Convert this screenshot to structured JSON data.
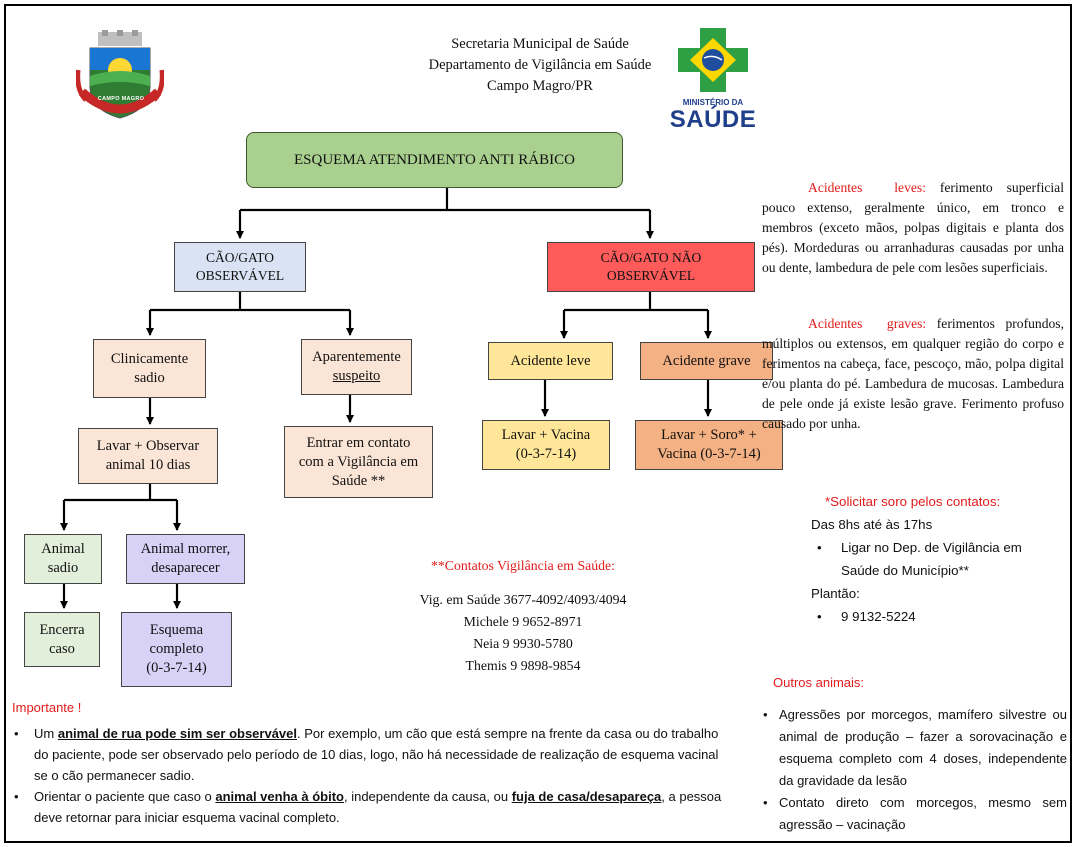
{
  "header": {
    "lines": [
      "Secretaria Municipal de Saúde",
      "Departamento de Vigilância em Saúde",
      "Campo Magro/PR"
    ],
    "left_logo_text": "CAMPO MAGRO",
    "right_logo_text_top": "MINISTÉRIO DA",
    "right_logo_text_main": "SAÚDE"
  },
  "colors": {
    "title_fill": "#a9d08e",
    "observavel_fill": "#dae3f3",
    "nao_observavel_fill": "#ff5b5b",
    "peach_fill": "#fbe5d6",
    "yellow_fill": "#ffe699",
    "orange_fill": "#f4b183",
    "green_fill": "#e2efda",
    "lavender_fill": "#d9d2f7",
    "red_text": "#e21b1b"
  },
  "flow": {
    "title": "ESQUEMA ATENDIMENTO ANTI RÁBICO",
    "observavel": [
      "CÃO/GATO",
      "OBSERVÁVEL"
    ],
    "nao_observavel": [
      "CÃO/GATO NÃO",
      "OBSERVÁVEL"
    ],
    "clinicamente": [
      "Clinicamente",
      "sadio"
    ],
    "aparentemente": "Aparentemente",
    "suspeito": "suspeito",
    "lavar_observar": [
      "Lavar + Observar",
      "animal 10 dias"
    ],
    "entrar_contato": [
      "Entrar em contato",
      "com a Vigilância em",
      "Saúde **"
    ],
    "acidente_leve": "Acidente leve",
    "acidente_grave": "Acidente grave",
    "lavar_vacina": [
      "Lavar + Vacina",
      "(0-3-7-14)"
    ],
    "lavar_soro": [
      "Lavar + Soro* +",
      "Vacina (0-3-7-14)"
    ],
    "animal_sadio": [
      "Animal",
      "sadio"
    ],
    "animal_morrer": [
      "Animal morrer,",
      "desaparecer"
    ],
    "encerra": [
      "Encerra",
      "caso"
    ],
    "esquema": [
      "Esquema",
      "completo",
      "(0-3-7-14)"
    ]
  },
  "contacts": {
    "heading": "**Contatos Vigilância em Saúde:",
    "lines": [
      "Vig. em Saúde 3677-4092/4093/4094",
      "Michele 9 9652-8971",
      "Neia 9 9930-5780",
      "Themis 9 9898-9854"
    ]
  },
  "right_panel": {
    "leves_label": "Acidentes leves:",
    "leves_text": "ferimento superficial pouco extenso, geralmente único, em tronco e membros (exceto mãos, polpas digitais e planta dos pés). Mordeduras ou arranhaduras causadas por unha ou dente, lambedura de pele com lesões superficiais.",
    "graves_label": "Acidentes graves:",
    "graves_text": "ferimentos profundos, múltiplos ou extensos, em qualquer região do corpo e ferimentos na cabeça, face, pescoço, mão, polpa digital e/ou planta do pé. Lambedura de mucosas. Lambedura de pele onde já existe lesão grave. Ferimento profuso causado por unha.",
    "soro_heading": "*Solicitar soro pelos contatos:",
    "soro_hours": "Das 8hs até às 17hs",
    "soro_bullet": "Ligar no Dep. de Vigilância em Saúde do Município**",
    "plantao_label": "Plantão:",
    "plantao_number": "9 9132-5224",
    "outros_heading": "Outros animais:",
    "outros_items": [
      "Agressões por morcegos, mamífero silvestre ou animal de produção – fazer a sorovacinação e esquema completo com 4 doses, independente da gravidade da lesão",
      "Contato direto com morcegos, mesmo sem agressão – vacinação"
    ]
  },
  "importante": {
    "heading": "Importante !",
    "item1_pre": "Um ",
    "item1_bold": "animal de rua pode sim ser observável",
    "item1_post": ". Por exemplo, um cão que está sempre na frente da casa ou do trabalho do paciente, pode ser observado pelo período de 10 dias, logo, não há necessidade de realização de esquema vacinal se o cão permanecer sadio.",
    "item2_pre": "Orientar o paciente que caso o ",
    "item2_bold1": "animal venha à óbito",
    "item2_mid": ", independente da causa, ou ",
    "item2_bold2": "fuja de casa/desapareça",
    "item2_post": ", a pessoa deve retornar para iniciar esquema vacinal completo."
  }
}
